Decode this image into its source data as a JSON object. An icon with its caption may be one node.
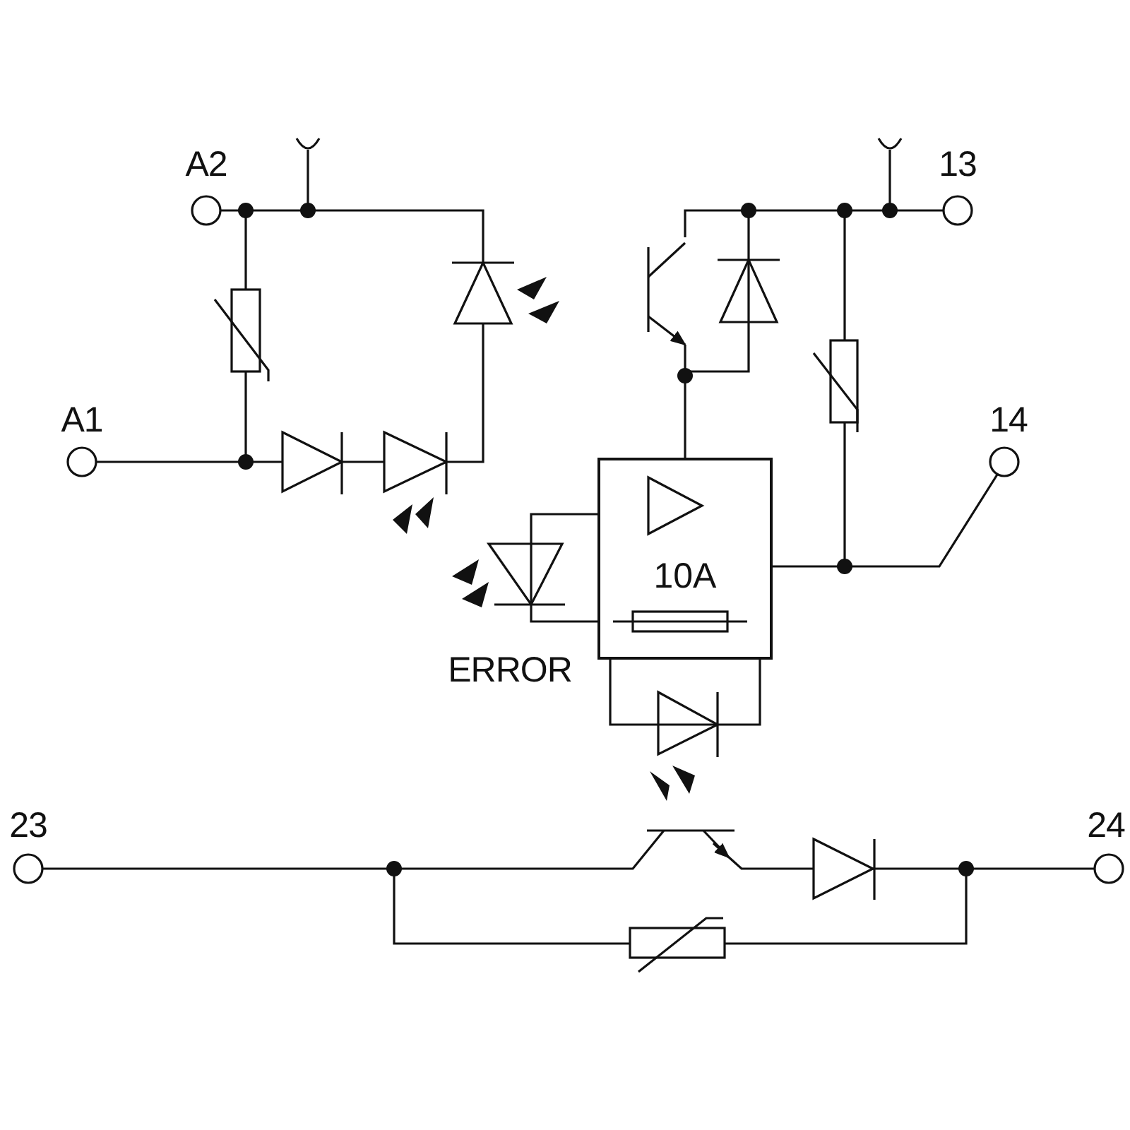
{
  "diagram": {
    "nodes": [
      {
        "text": [
          "10A"
        ]
      }
    ],
    "labels": [
      "A2",
      "13",
      "A1",
      "14",
      "ERROR",
      "23",
      "24"
    ]
  }
}
